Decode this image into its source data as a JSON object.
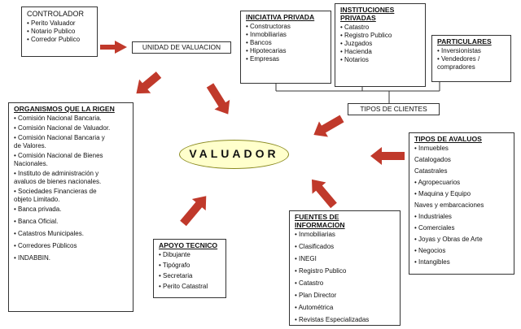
{
  "center": "VALUADOR",
  "unidad": "UNIDAD DE VALUACION",
  "tipos_clientes": "TIPOS DE CLIENTES",
  "controlador": {
    "title": "CONTROLADOR",
    "items": [
      "• Perito Valuador",
      "• Notario Publico",
      "• Corredor Publico"
    ]
  },
  "iniciativa": {
    "title": "INICIATIVA PRIVADA",
    "items": [
      "• Constructoras",
      "• Inmobiliarias",
      "• Bancos",
      "• Hipotecarias",
      "• Empresas"
    ]
  },
  "instituciones": {
    "title": "INSTITUCIONES\nPRIVADAS",
    "items": [
      "• Catastro",
      "• Registro Publico",
      "• Juzgados",
      "• Hacienda",
      "• Notarios"
    ]
  },
  "particulares": {
    "title": "PARTICULARES",
    "items": [
      "• Inversionistas",
      "• Vendedores /\n  compradores"
    ]
  },
  "organismos": {
    "title": "ORGANISMOS QUE LA RIGEN",
    "items": [
      "• Comisión Nacional Bancaria.",
      "• Comisión Nacional de Valuador.",
      "• Comisión Nacional Bancaria y\n  de Valores.",
      "• Comisión Nacional de Bienes\n  Nacionales.",
      "• Instituto de administración y\n  avaluos de bienes nacionales.",
      "• Sociedades Financieras de\n  objeto Limitado.",
      "• Banca privada.",
      "• Banca Oficial.",
      "• Catastros Municipales.",
      "• Corredores Públicos",
      "• INDABBIN."
    ]
  },
  "apoyo": {
    "title": "APOYO TECNICO",
    "items": [
      "• Dibujante",
      "• Tipógrafo",
      "• Secretaria",
      "• Perito Catastral"
    ]
  },
  "fuentes": {
    "title": "FUENTES DE\nINFORMACION",
    "items": [
      "• Inmobiliarias",
      "• Clasificados",
      "• INEGI",
      "• Registro Publico",
      "• Catastro",
      "• Plan Director",
      "• Autométrica",
      "• Revistas Especializadas"
    ]
  },
  "tipos_avaluos": {
    "title": "TIPOS DE AVALUOS",
    "items": [
      "• Inmuebles",
      "      Catalogados",
      "      Catastrales",
      "• Agropecuarios",
      "• Maquina y Equipo",
      "      Naves y embarcaciones",
      "• Industriales",
      "• Comerciales",
      "• Joyas y Obras de Arte",
      "• Negocios",
      "• Intangibles"
    ]
  },
  "colors": {
    "arrow": "#c0392b",
    "center_fill": "#ffffcc"
  }
}
